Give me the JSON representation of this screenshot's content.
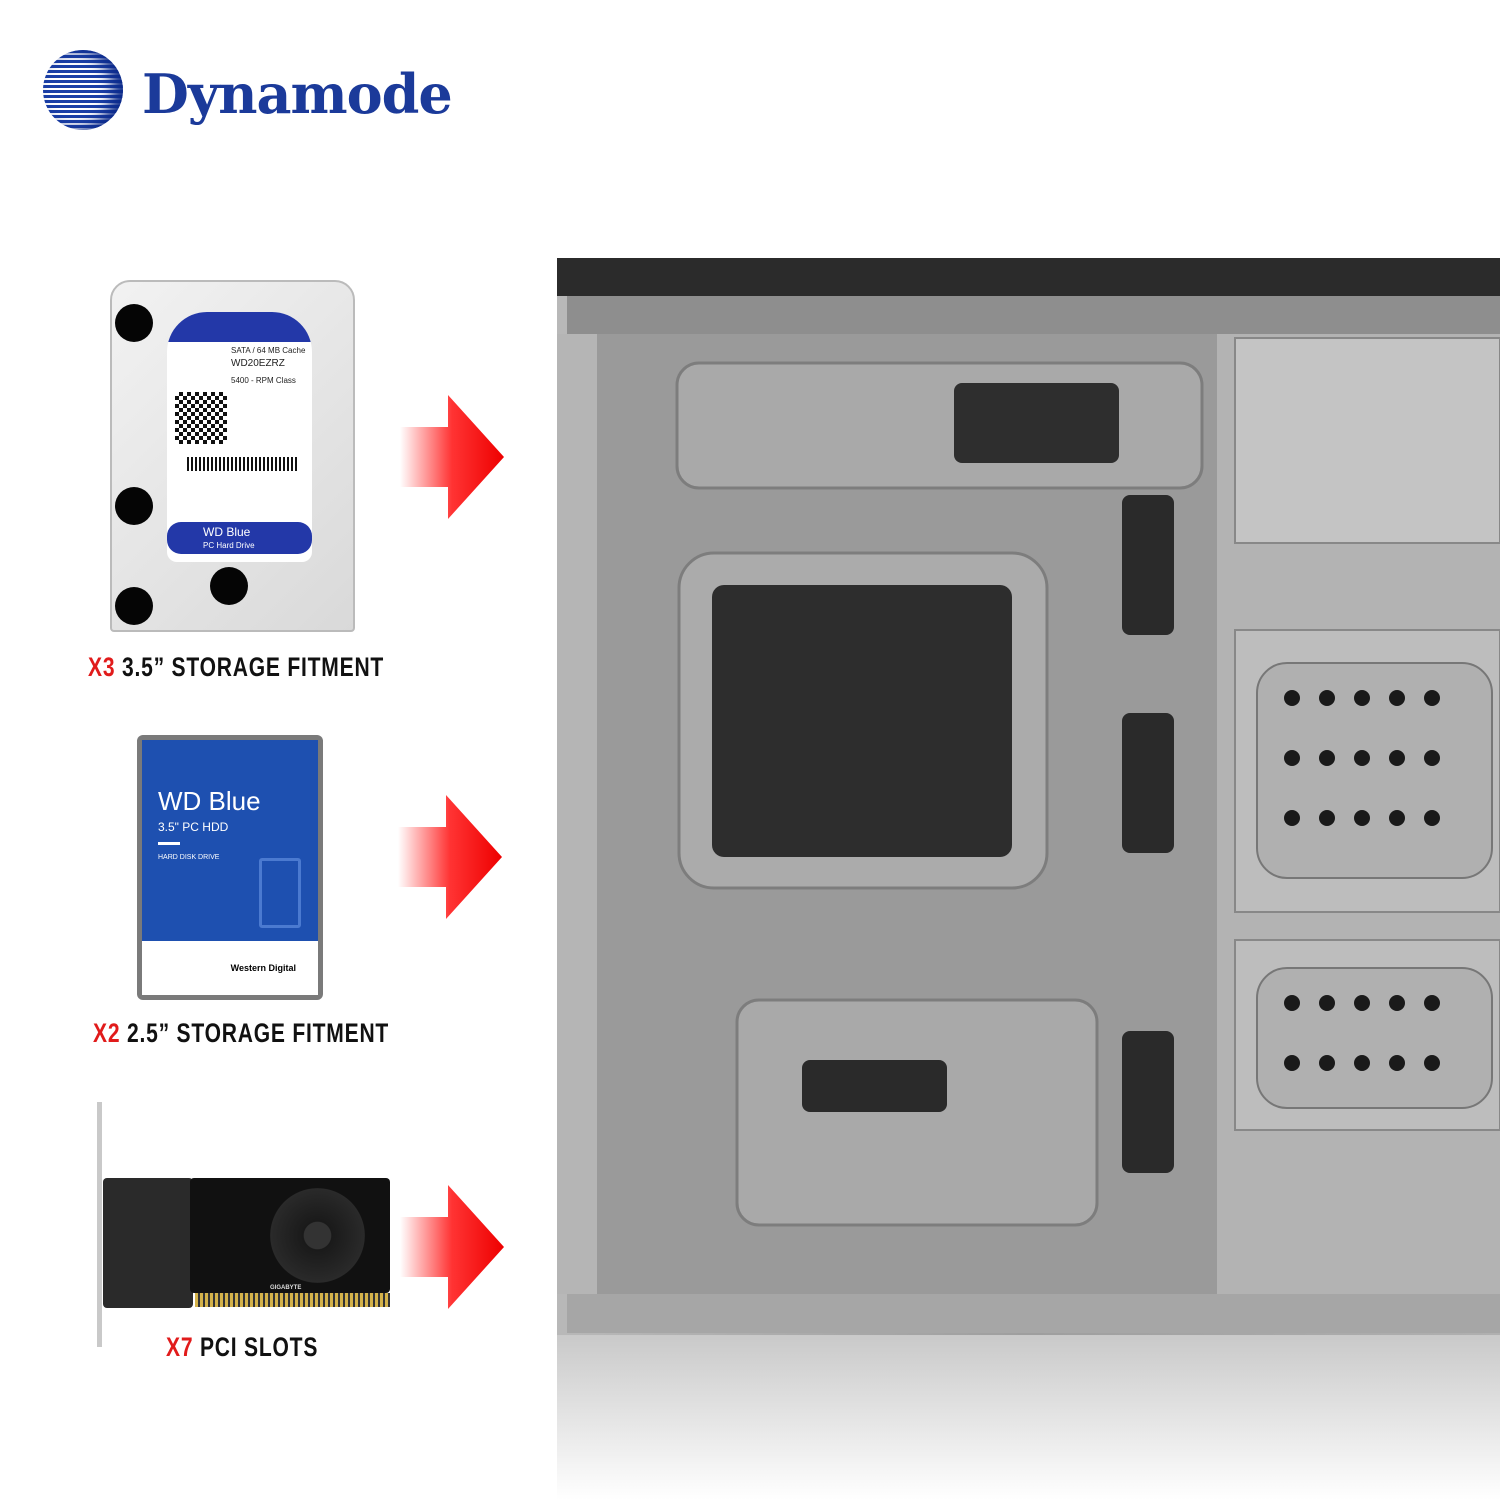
{
  "brand": {
    "name": "Dynamode",
    "color": "#1b3a9a"
  },
  "accent_color": "#e11b1b",
  "features": [
    {
      "count": "X3",
      "label": "3.5” STORAGE FITMENT"
    },
    {
      "count": "X2",
      "label": "2.5” STORAGE FITMENT"
    },
    {
      "count": "X7",
      "label": "PCI SLOTS"
    }
  ],
  "hdd1": {
    "line1": "SATA / 64 MB Cache",
    "model": "WD20EZRZ",
    "rpm": "5400 - RPM Class",
    "brand": "WD Blue",
    "sub": "PC Hard Drive"
  },
  "hdd2": {
    "brand": "WD Blue",
    "sub": "3.5\" PC HDD",
    "type": "HARD DISK DRIVE",
    "maker": "Western Digital"
  },
  "gpu": {
    "maker": "GIGABYTE"
  }
}
